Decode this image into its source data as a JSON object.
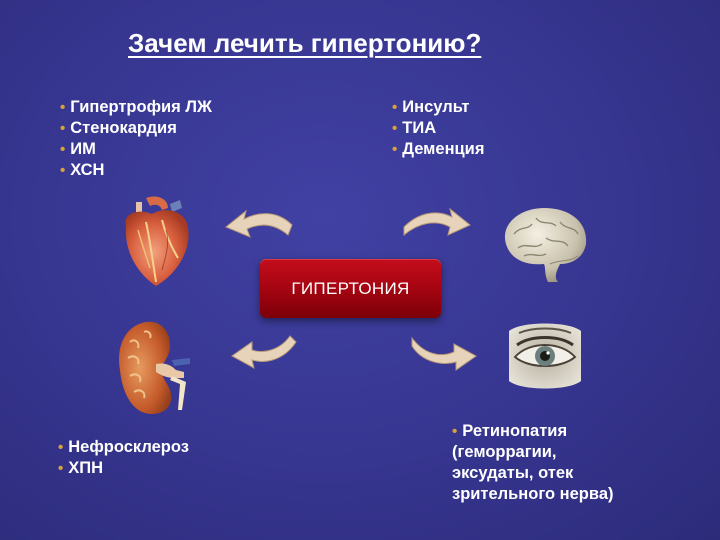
{
  "title": "Зачем лечить гипертонию?",
  "center_label": "ГИПЕРТОНИЯ",
  "bullet_color": "#d8a23a",
  "heart_list": {
    "icon": "heart-icon",
    "items": [
      "Гипертрофия ЛЖ",
      "Стенокардия",
      "ИМ",
      "ХСН"
    ]
  },
  "brain_list": {
    "icon": "brain-icon",
    "items": [
      "Инсульт",
      "ТИА",
      "Деменция"
    ]
  },
  "kidney_list": {
    "icon": "kidney-icon",
    "items": [
      "Нефросклероз",
      "ХПН"
    ]
  },
  "eye_list": {
    "icon": "eye-icon",
    "lines": [
      "Ретинопатия",
      "(геморрагии,",
      "эксудаты, отек",
      "зрительного нерва)"
    ]
  }
}
